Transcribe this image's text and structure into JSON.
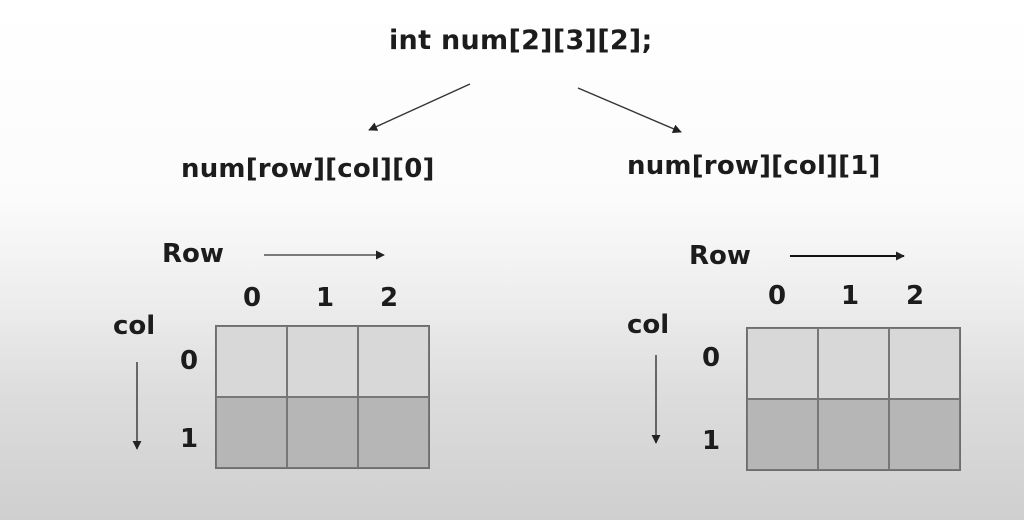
{
  "declaration": "int num[2][3][2];",
  "panels": [
    {
      "heading": "num[row][col][0]",
      "row_label": "Row",
      "col_label": "col",
      "column_indices": [
        "0",
        "1",
        "2"
      ],
      "row_indices": [
        "0",
        "1"
      ]
    },
    {
      "heading": "num[row][col][1]",
      "row_label": "Row",
      "col_label": "col",
      "column_indices": [
        "0",
        "1",
        "2"
      ],
      "row_indices": [
        "0",
        "1"
      ]
    }
  ],
  "colors": {
    "text": "#1c1c1c",
    "row0_cell": "#d8d8d8",
    "row1_cell": "#b6b6b6",
    "cell_border": "#777777"
  }
}
